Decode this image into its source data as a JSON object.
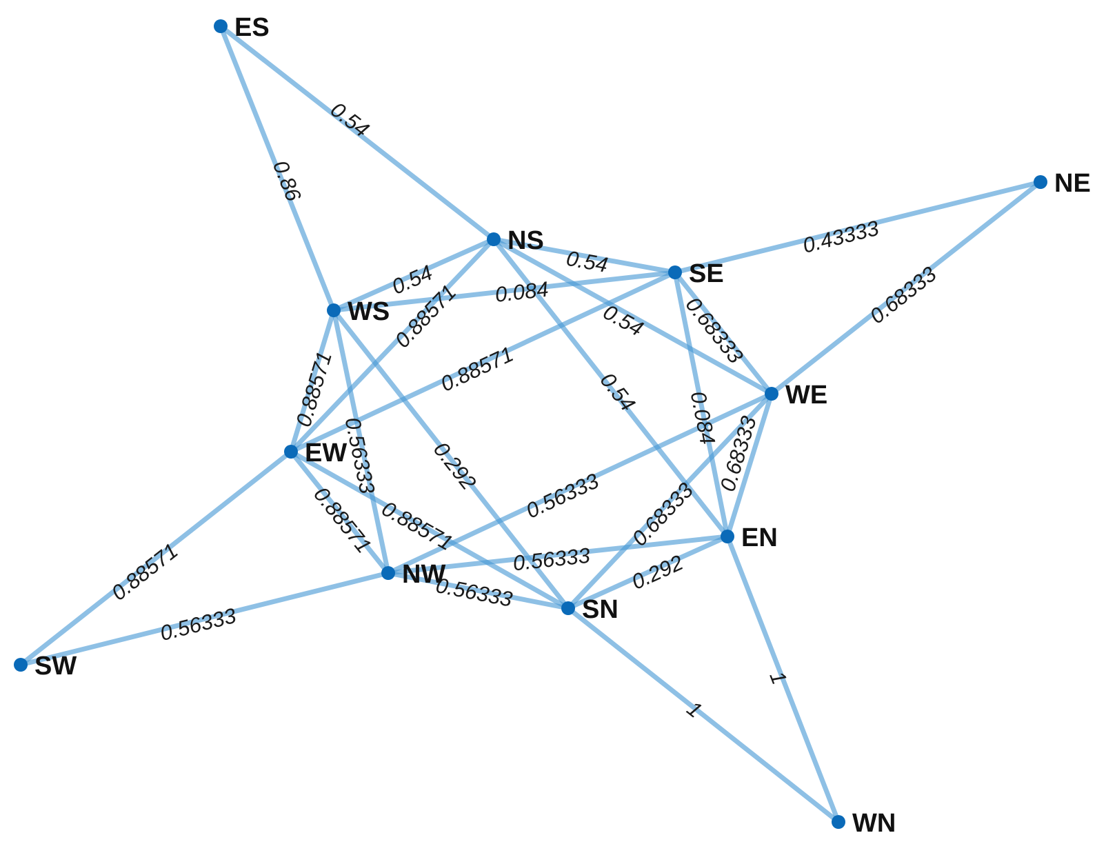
{
  "colors": {
    "edge": "#4a9ad6",
    "node": "#0a6ab8"
  },
  "nodes": [
    "ES",
    "NE",
    "NS",
    "SE",
    "WS",
    "WE",
    "EW",
    "EN",
    "NW",
    "SN",
    "SW",
    "WN"
  ],
  "edges": [
    {
      "source": "ES",
      "target": "NS",
      "weight": "0.54"
    },
    {
      "source": "ES",
      "target": "WS",
      "weight": "0.86"
    },
    {
      "source": "NE",
      "target": "SE",
      "weight": "0.43333"
    },
    {
      "source": "NE",
      "target": "WE",
      "weight": "0.68333"
    },
    {
      "source": "NS",
      "target": "SE",
      "weight": "0.54"
    },
    {
      "source": "NS",
      "target": "WS",
      "weight": "0.54"
    },
    {
      "source": "NS",
      "target": "WE",
      "weight": "0.54"
    },
    {
      "source": "NS",
      "target": "EN",
      "weight": "0.54"
    },
    {
      "source": "NS",
      "target": "EW",
      "weight": "0.88571"
    },
    {
      "source": "SE",
      "target": "WS",
      "weight": "0.084"
    },
    {
      "source": "SE",
      "target": "EW",
      "weight": "0.88571"
    },
    {
      "source": "SE",
      "target": "WE",
      "weight": "0.68333"
    },
    {
      "source": "SE",
      "target": "EN",
      "weight": "0.084"
    },
    {
      "source": "WS",
      "target": "EW",
      "weight": "0.88571"
    },
    {
      "source": "WS",
      "target": "NW",
      "weight": "0.56333"
    },
    {
      "source": "WS",
      "target": "SN",
      "weight": "0.292"
    },
    {
      "source": "WE",
      "target": "NW",
      "weight": "0.56333"
    },
    {
      "source": "WE",
      "target": "EN",
      "weight": "0.68333"
    },
    {
      "source": "WE",
      "target": "SN",
      "weight": "0.68333"
    },
    {
      "source": "EW",
      "target": "NW",
      "weight": "0.88571"
    },
    {
      "source": "EW",
      "target": "SN",
      "weight": "0.88571"
    },
    {
      "source": "EW",
      "target": "SW",
      "weight": "0.88571"
    },
    {
      "source": "EN",
      "target": "NW",
      "weight": "0.56333"
    },
    {
      "source": "EN",
      "target": "SN",
      "weight": "0.292"
    },
    {
      "source": "EN",
      "target": "WN",
      "weight": "1"
    },
    {
      "source": "NW",
      "target": "SN",
      "weight": "0.56333"
    },
    {
      "source": "NW",
      "target": "SW",
      "weight": "0.56333"
    },
    {
      "source": "SN",
      "target": "WN",
      "weight": "1"
    }
  ]
}
